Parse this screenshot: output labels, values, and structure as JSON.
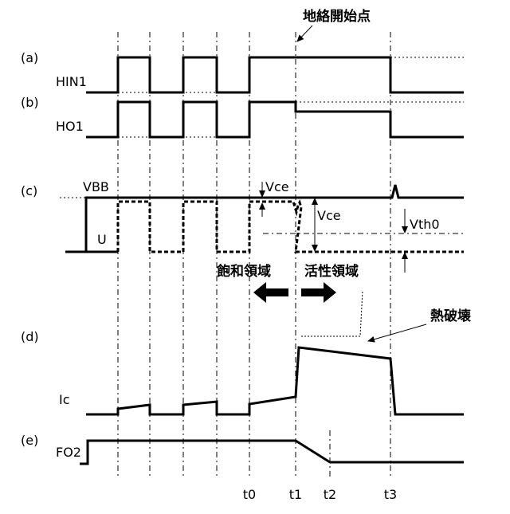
{
  "panels": {
    "a": "(a)",
    "b": "(b)",
    "c": "(c)",
    "d": "(d)",
    "e": "(e)"
  },
  "signals": {
    "hin1": "HIN1",
    "ho1": "HO1",
    "vbb": "VBB",
    "u": "U",
    "ic": "Ic",
    "fo2": "FO2"
  },
  "annotations": {
    "ground_fault_start": "地絡開始点",
    "vce_small": "Vce",
    "vce_large": "Vce",
    "vth0": "Vth0",
    "saturation_region": "飽和領域",
    "active_region": "活性領域",
    "thermal_breakdown": "熱破壊"
  },
  "time_labels": {
    "t0": "t0",
    "t1": "t1",
    "t2": "t2",
    "t3": "t3"
  }
}
